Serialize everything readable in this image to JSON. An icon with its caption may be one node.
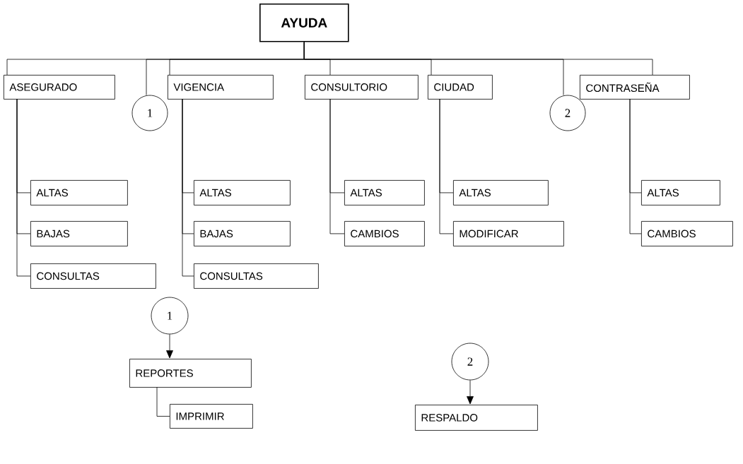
{
  "diagram": {
    "nodes": [
      {
        "text": [
          "AYUDA"
        ]
      },
      {
        "text": [
          "ASEGURADO"
        ]
      },
      {
        "text": [
          "1"
        ]
      },
      {
        "text": [
          "VIGENCIA"
        ]
      },
      {
        "text": [
          "CONSULTORIO"
        ]
      },
      {
        "text": [
          "CIUDAD"
        ]
      },
      {
        "text": [
          "2"
        ]
      },
      {
        "text": [
          "CONTRASEÑA"
        ]
      },
      {
        "text": [
          "ALTAS"
        ]
      },
      {
        "text": [
          "BAJAS"
        ]
      },
      {
        "text": [
          "CONSULTAS"
        ]
      },
      {
        "text": [
          "ALTAS"
        ]
      },
      {
        "text": [
          "BAJAS"
        ]
      },
      {
        "text": [
          "CONSULTAS"
        ]
      },
      {
        "text": [
          "ALTAS"
        ]
      },
      {
        "text": [
          "CAMBIOS"
        ]
      },
      {
        "text": [
          "ALTAS"
        ]
      },
      {
        "text": [
          "MODIFICAR"
        ]
      },
      {
        "text": [
          "ALTAS"
        ]
      },
      {
        "text": [
          "CAMBIOS"
        ]
      },
      {
        "text": [
          "1"
        ]
      },
      {
        "text": [
          "REPORTES"
        ]
      },
      {
        "text": [
          "IMPRIMIR"
        ]
      },
      {
        "text": [
          "2"
        ]
      },
      {
        "text": [
          "RESPALDO"
        ]
      }
    ],
    "edges": [
      {
        "from": 0,
        "to": 1,
        "arrow": "none"
      },
      {
        "from": 0,
        "to": 2,
        "arrow": "none"
      },
      {
        "from": 0,
        "to": 3,
        "arrow": "none"
      },
      {
        "from": 0,
        "to": 4,
        "arrow": "none"
      },
      {
        "from": 0,
        "to": 5,
        "arrow": "none"
      },
      {
        "from": 0,
        "to": 6,
        "arrow": "none"
      },
      {
        "from": 0,
        "to": 7,
        "arrow": "none"
      },
      {
        "from": 1,
        "to": 8,
        "arrow": "none"
      },
      {
        "from": 1,
        "to": 9,
        "arrow": "none"
      },
      {
        "from": 1,
        "to": 10,
        "arrow": "none"
      },
      {
        "from": 3,
        "to": 11,
        "arrow": "none"
      },
      {
        "from": 3,
        "to": 12,
        "arrow": "none"
      },
      {
        "from": 3,
        "to": 13,
        "arrow": "none"
      },
      {
        "from": 4,
        "to": 14,
        "arrow": "none"
      },
      {
        "from": 4,
        "to": 15,
        "arrow": "none"
      },
      {
        "from": 5,
        "to": 16,
        "arrow": "none"
      },
      {
        "from": 5,
        "to": 17,
        "arrow": "none"
      },
      {
        "from": 7,
        "to": 18,
        "arrow": "none"
      },
      {
        "from": 7,
        "to": 19,
        "arrow": "none"
      },
      {
        "from": 20,
        "to": 21,
        "arrow": "to"
      },
      {
        "from": 21,
        "to": 22,
        "arrow": "none"
      },
      {
        "from": 23,
        "to": 24,
        "arrow": "to"
      }
    ]
  }
}
